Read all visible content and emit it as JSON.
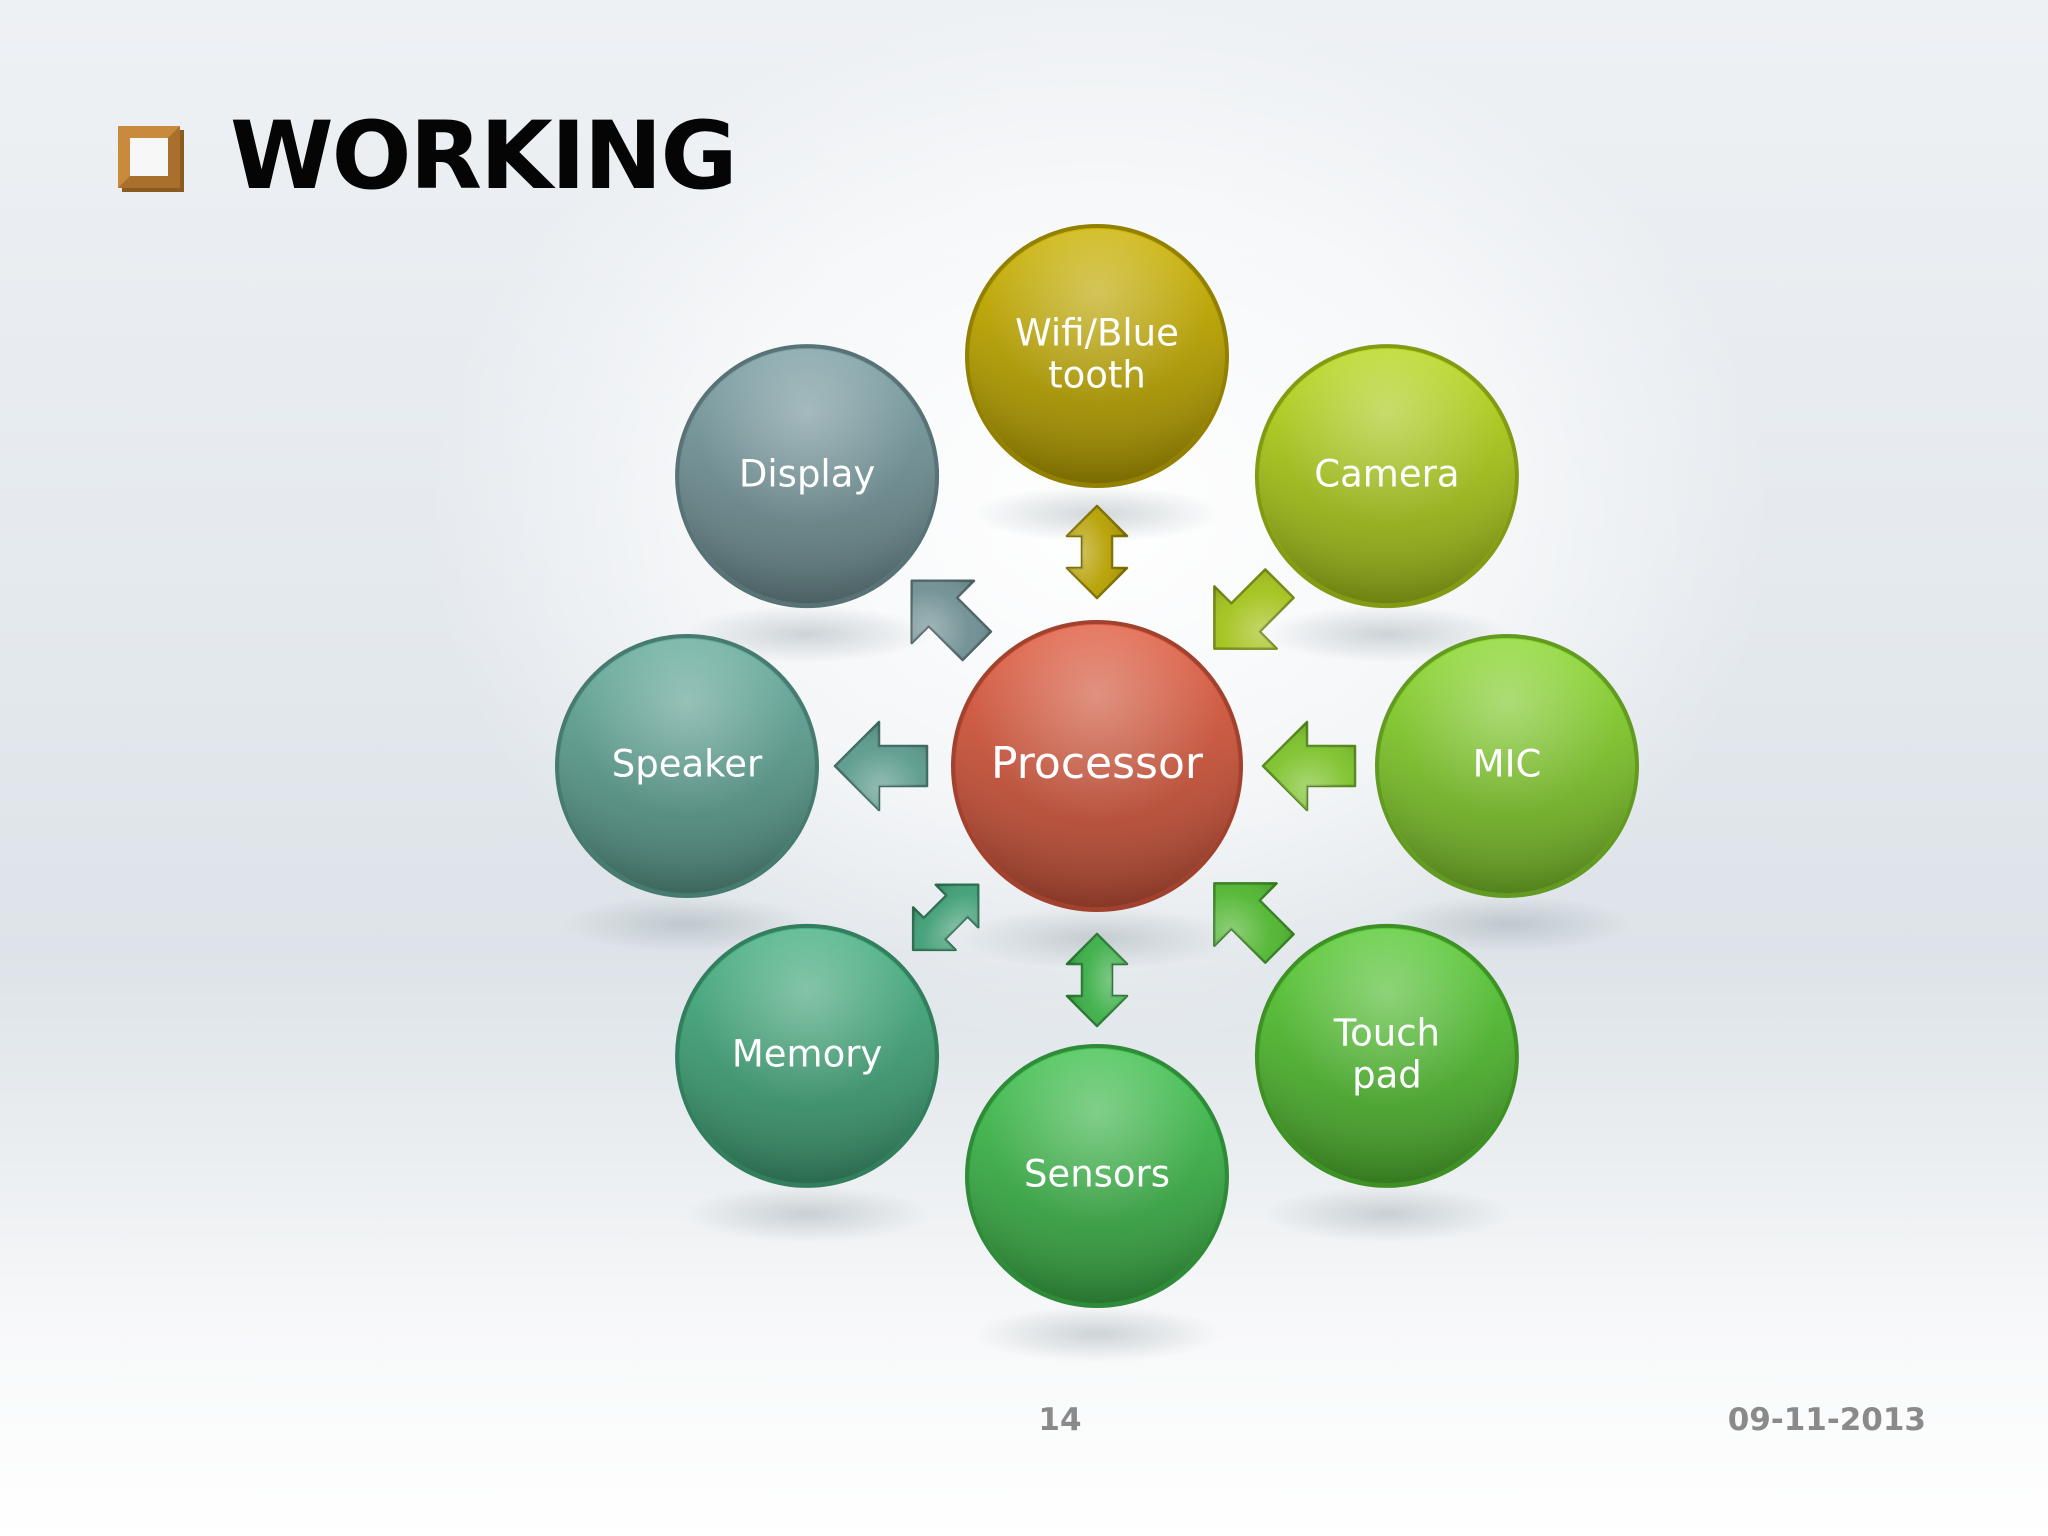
{
  "slide": {
    "title": "WORKING",
    "page_number": "14",
    "date": "09-11-2013"
  },
  "diagram": {
    "center": {
      "id": "processor",
      "label": "Processor",
      "color": "#c9533a"
    },
    "nodes": [
      {
        "id": "wifi-bluetooth",
        "lines": [
          "Wifi/Blue",
          "tooth"
        ],
        "color": "#b6a000",
        "arrow": "both"
      },
      {
        "id": "camera",
        "lines": [
          "Camera"
        ],
        "color": "#a3c21a",
        "arrow": "in"
      },
      {
        "id": "mic",
        "lines": [
          "MIC"
        ],
        "color": "#7cc22a",
        "arrow": "in"
      },
      {
        "id": "touch-pad",
        "lines": [
          "Touch",
          "pad"
        ],
        "color": "#4fb52f",
        "arrow": "in"
      },
      {
        "id": "sensors",
        "lines": [
          "Sensors"
        ],
        "color": "#3bae47",
        "arrow": "both"
      },
      {
        "id": "memory",
        "lines": [
          "Memory"
        ],
        "color": "#3f9e74",
        "arrow": "both"
      },
      {
        "id": "speaker",
        "lines": [
          "Speaker"
        ],
        "color": "#5a9a8c",
        "arrow": "out"
      },
      {
        "id": "display",
        "lines": [
          "Display"
        ],
        "color": "#6f8f93",
        "arrow": "out"
      }
    ]
  }
}
